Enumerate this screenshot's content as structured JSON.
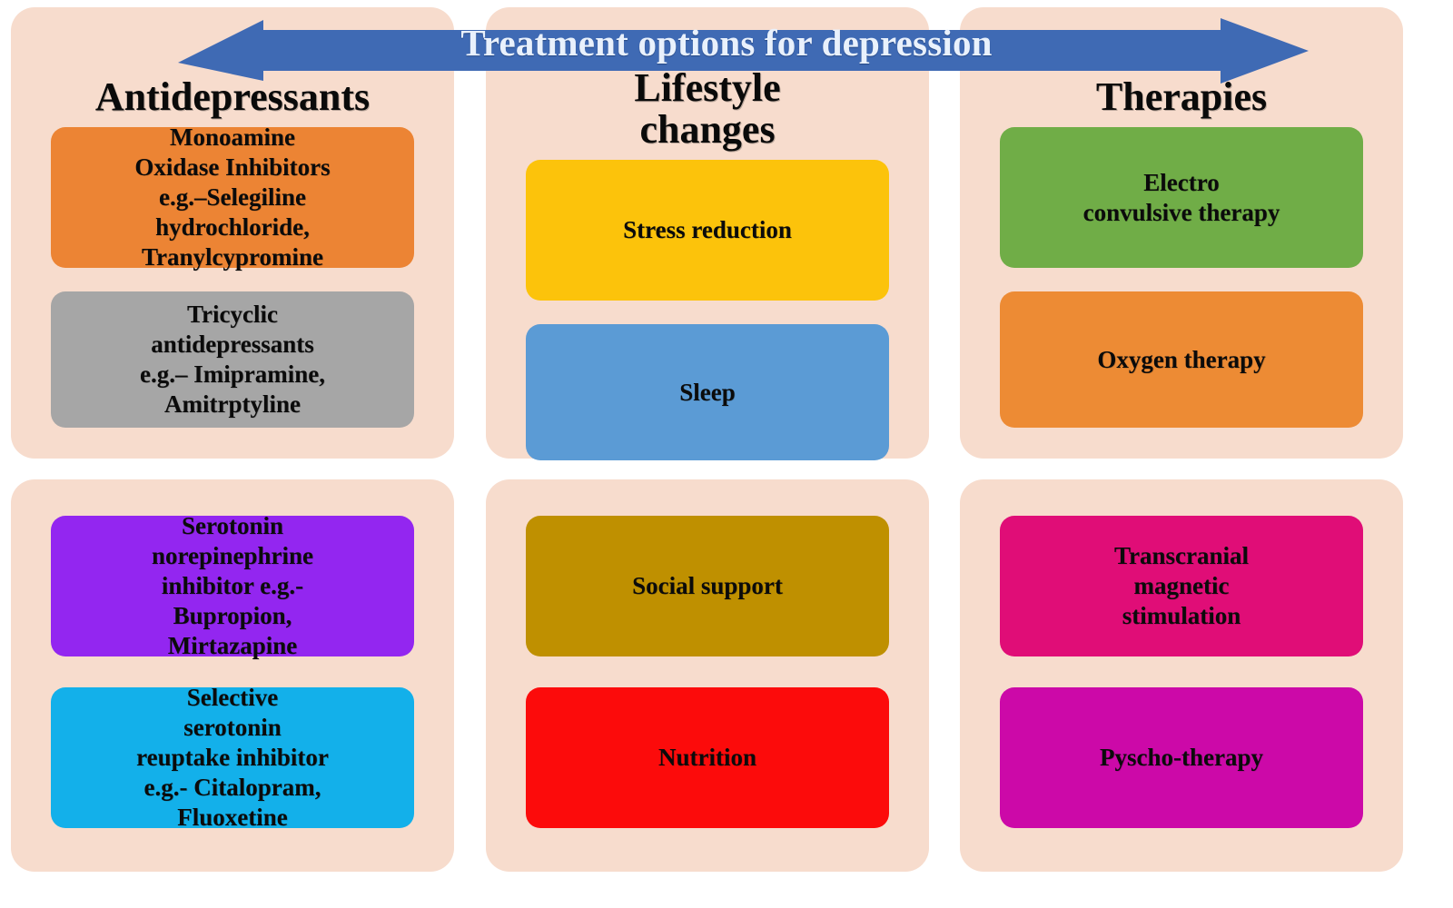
{
  "banner": {
    "title": "Treatment options for depression",
    "arrow_color": "#3f6ab4",
    "title_color": "#e9f1fc",
    "icon_left": "arrow-left-icon",
    "icon_right": "arrow-right-icon"
  },
  "theme": {
    "page_background": "#ffffff",
    "panel_background": "#f7dccd",
    "text_color": "#0b0b0b"
  },
  "columns": [
    {
      "id": "antidepressants",
      "heading": "Antidepressants",
      "groups": [
        {
          "cards": [
            {
              "name": "monoamine-oxidase-inhibitors",
              "color": "#ec8434",
              "lines": [
                "Monoamine",
                "Oxidase  Inhibitors",
                "e.g.–Selegiline",
                "hydrochloride,",
                "Tranylcypromine"
              ]
            },
            {
              "name": "tricyclic-antidepressants",
              "color": "#a6a6a6",
              "lines": [
                "Tricyclic",
                "antidepressants",
                "e.g.– Imipramine,",
                "Amitrptyline"
              ]
            }
          ]
        },
        {
          "cards": [
            {
              "name": "serotonin-norepinephrine-inhibitor",
              "color": "#9326f0",
              "lines": [
                "Serotonin",
                "norepinephrine",
                "inhibitor e.g.-",
                "Bupropion,",
                "Mirtazapine"
              ]
            },
            {
              "name": "selective-serotonin-reuptake-inhibitor",
              "color": "#13b0ea",
              "lines": [
                "Selective",
                "serotonin",
                "reuptake inhibitor",
                "e.g.- Citalopram,",
                "Fluoxetine"
              ]
            }
          ]
        }
      ]
    },
    {
      "id": "lifestyle-changes",
      "heading": "Lifestyle changes",
      "heading_lines": [
        "Lifestyle",
        "changes"
      ],
      "groups": [
        {
          "cards": [
            {
              "name": "stress-reduction",
              "color": "#fcc30b",
              "lines": [
                "Stress reduction"
              ]
            },
            {
              "name": "sleep",
              "color": "#5b9bd5",
              "lines": [
                "Sleep"
              ]
            }
          ]
        },
        {
          "cards": [
            {
              "name": "social-support",
              "color": "#bf9000",
              "lines": [
                "Social support"
              ]
            },
            {
              "name": "nutrition",
              "color": "#fc0b0b",
              "lines": [
                "Nutrition"
              ]
            }
          ]
        }
      ]
    },
    {
      "id": "therapies",
      "heading": "Therapies",
      "groups": [
        {
          "cards": [
            {
              "name": "electro-convulsive-therapy",
              "color": "#70ad47",
              "lines": [
                "Electro",
                "convulsive therapy"
              ]
            },
            {
              "name": "oxygen-therapy",
              "color": "#ed8b34",
              "lines": [
                "Oxygen therapy"
              ]
            }
          ]
        },
        {
          "cards": [
            {
              "name": "transcranial-magnetic-stimulation",
              "color": "#e00d77",
              "lines": [
                "Transcranial",
                "magnetic",
                "stimulation"
              ]
            },
            {
              "name": "pyscho-therapy",
              "color": "#cc09a8",
              "lines": [
                "Pyscho-therapy"
              ]
            }
          ]
        }
      ]
    }
  ]
}
